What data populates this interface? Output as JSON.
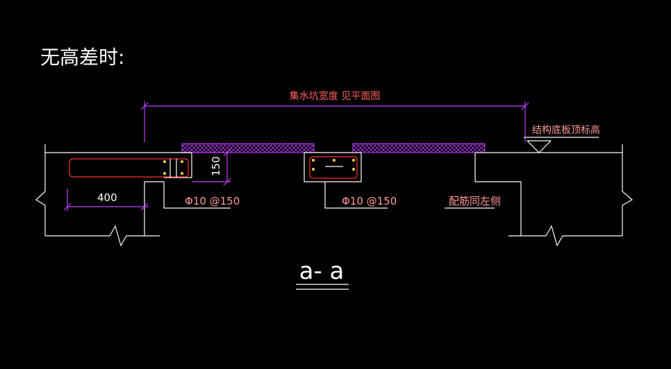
{
  "heading": "无高差时:",
  "dimension_width": "集水坑宽度 见平面图",
  "elevation_label": "结构底板顶标高",
  "dim_150": "150",
  "dim_400": "400",
  "rebar_left": "Φ10 @150",
  "rebar_mid": "Φ10 @150",
  "rebar_note": "配筋同左侧",
  "section_label": "a- a",
  "colors": {
    "background": "#000000",
    "outline": "#ffffff",
    "dimension": "#c040ff",
    "rebar": "#ff3030",
    "annotation": "#ff9a9a",
    "dots": "#ffd040",
    "hatch": "#c040ff"
  }
}
